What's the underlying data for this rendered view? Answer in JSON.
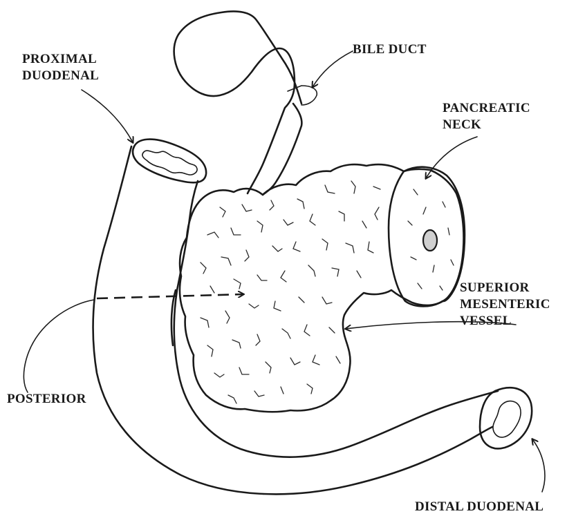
{
  "labels": {
    "proximal_line1": "PROXIMAL",
    "proximal_line2": "DUODENAL",
    "bile_duct": "BILE DUCT",
    "pancreatic_line1": "PANCREATIC",
    "pancreatic_line2": "NECK",
    "superior_line1": "SUPERIOR",
    "superior_line2": "MESENTERIC",
    "superior_line3": "VESSEL",
    "posterior": "POSTERIOR",
    "distal": "DISTAL DUODENAL"
  },
  "colors": {
    "ink": "#1a1a1a",
    "vessel_fill": "#d0d0d0",
    "background": "#ffffff"
  }
}
